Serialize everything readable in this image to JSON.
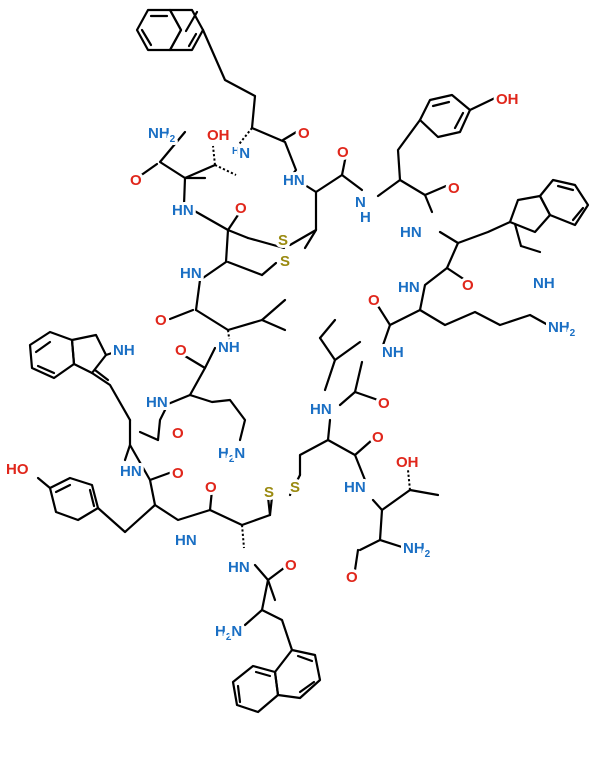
{
  "colors": {
    "bond": "#000000",
    "nitrogen": "#1a6fc4",
    "oxygen": "#e0261b",
    "sulfur": "#9a8a10",
    "background": "#ffffff"
  },
  "labels": {
    "nh2": "NH",
    "h2n": "H",
    "two": "2",
    "nh": "NH",
    "hn": "HN",
    "n": "N",
    "h": "H",
    "o": "O",
    "oh": "OH",
    "ho": "HO",
    "s": "S"
  }
}
